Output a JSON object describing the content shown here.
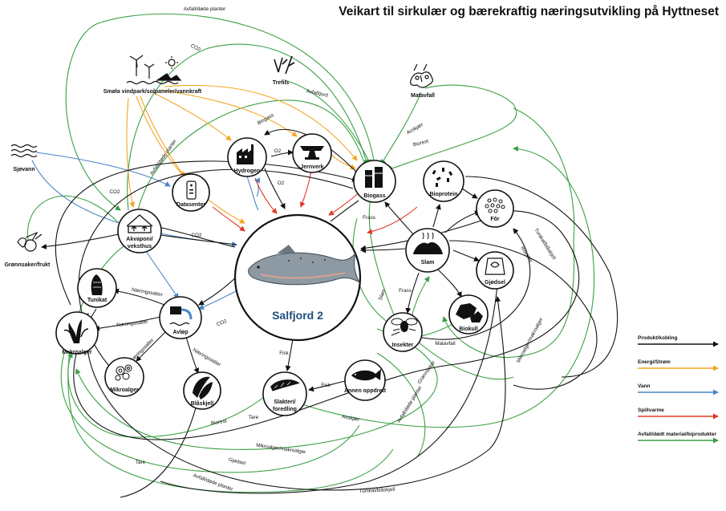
{
  "title": "Veikart til sirkulær og bærekraftig næringsutvikling på Hyttneset",
  "colors": {
    "black": "#111111",
    "energy": "#f5a623",
    "water": "#4a86c8",
    "heat": "#e03a2a",
    "waste": "#3aa045"
  },
  "center": {
    "label": "Salfjord 2",
    "icon": "salmon-icon"
  },
  "nodes": {
    "hydrogen": {
      "label": "Hydrogen",
      "icon": "factory-icon"
    },
    "jernverk": {
      "label": "Jernverk",
      "icon": "anvil-icon"
    },
    "biogass": {
      "label": "Biogass",
      "icon": "silo-icon"
    },
    "bioprotein": {
      "label": "Bioprotein",
      "icon": "particles-icon"
    },
    "for": {
      "label": "Fôr",
      "icon": "pellets-icon"
    },
    "datasenter": {
      "label": "Datasenter",
      "icon": "server-icon"
    },
    "akvaponi": {
      "label": "Akvaponi/ veksthus",
      "line1": "Akvaponi/",
      "line2": "veksthus",
      "icon": "greenhouse-icon"
    },
    "slam": {
      "label": "Slam",
      "icon": "sludge-icon"
    },
    "gjodsel": {
      "label": "Gjødsel",
      "icon": "fertilizer-bag-icon"
    },
    "tunikat": {
      "label": "Tunikat",
      "icon": "tunicate-icon"
    },
    "avlop": {
      "label": "Avløp",
      "icon": "wastewater-icon"
    },
    "makroalger": {
      "label": "Makroalger",
      "icon": "seaweed-icon"
    },
    "mikroalger": {
      "label": "Mikroalger",
      "icon": "microalgae-icon"
    },
    "blaskjell": {
      "label": "Blåskjell",
      "icon": "mussel-icon"
    },
    "slakteri": {
      "label": "Slakteri/ foredling",
      "line1": "Slakteri/",
      "line2": "foredling",
      "icon": "fish-fillet-icon"
    },
    "annen": {
      "label": "Annen oppdrett",
      "icon": "fish-icon"
    },
    "insekter": {
      "label": "Insekter",
      "icon": "fly-icon"
    },
    "biokull": {
      "label": "Biokull",
      "icon": "charcoal-icon"
    }
  },
  "external": {
    "vind": {
      "label": "Smøla vindpark/solpaneler/vannkraft",
      "icon": "wind-solar-icon"
    },
    "trefls": {
      "label": "Trefils",
      "icon": "branches-icon"
    },
    "matavfall": {
      "label": "Matavfall",
      "icon": "food-waste-icon"
    },
    "sjovann": {
      "label": "Sjøvann",
      "icon": "waves-icon"
    },
    "gronnsaker": {
      "label": "Grønnsaker/frukt",
      "icon": "vegetables-icon"
    }
  },
  "edge_labels": {
    "avfall_dode_top": "Avfall/døde planter",
    "co2_top": "CO2",
    "avfall_dode_left": "Avfall/døde planter",
    "biogass": "Biogass",
    "o2_a": "O2",
    "o2_b": "O2",
    "avfall_jord": "Avfall/jord",
    "avskjaer_a": "Avskjær",
    "biorest_a": "Biorest",
    "co2_left": "CO2",
    "co2_mid": "CO2",
    "frass_a": "Frass",
    "tunikat_blaskjell_r": "Tunikat/blåskjell",
    "insekter_r": "Insekter",
    "naeringssalter_a": "Næringssalter",
    "naeringssalter_b": "Næringssalter",
    "naeringssalter_c": "Næringssalter",
    "naeringssalter_d": "Næringssalter",
    "co2_low": "CO2",
    "frass_b": "Frass",
    "slam": "Slam",
    "mikro_makro_r": "Mikroalger/makroalger",
    "matavfall": "Matavfall",
    "gronnsaker": "Grønnsaker",
    "fisk_a": "Fisk",
    "fisk_b": "Fisk",
    "avfall_dode_mid": "Avfall/døde planter",
    "biorest_b": "Biorest",
    "tare_a": "Tare",
    "avskjaer_b": "Avskjær",
    "mikro_makro_b": "Mikroalger/makroalger",
    "gjodsel": "Gjødsel",
    "tare_b": "Tare",
    "avfall_dode_bottom": "Avfall/døde planter",
    "tunikat_blaskjell_b": "Tunikat/blåskjell"
  },
  "legend": [
    {
      "label": "Produkt/kobling",
      "color": "#111111"
    },
    {
      "label": "Energi/Strøm",
      "color": "#f5a623"
    },
    {
      "label": "Vann",
      "color": "#4a86c8"
    },
    {
      "label": "Spillvarme",
      "color": "#e03a2a"
    },
    {
      "label": "Avfall/dødt material/biprodukter",
      "color": "#3aa045"
    }
  ]
}
